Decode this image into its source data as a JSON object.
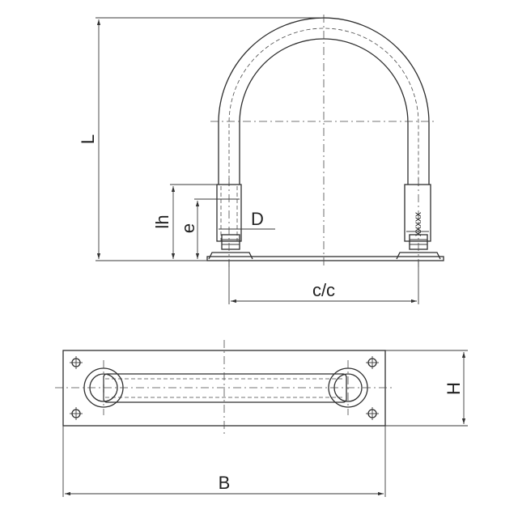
{
  "dimensions": {
    "length": "L",
    "thread_length": "lh",
    "engagement": "e",
    "diameter": "D",
    "centers": "c/c",
    "plate_width": "B",
    "plate_height": "H"
  },
  "thread_marking": "xxxxx"
}
